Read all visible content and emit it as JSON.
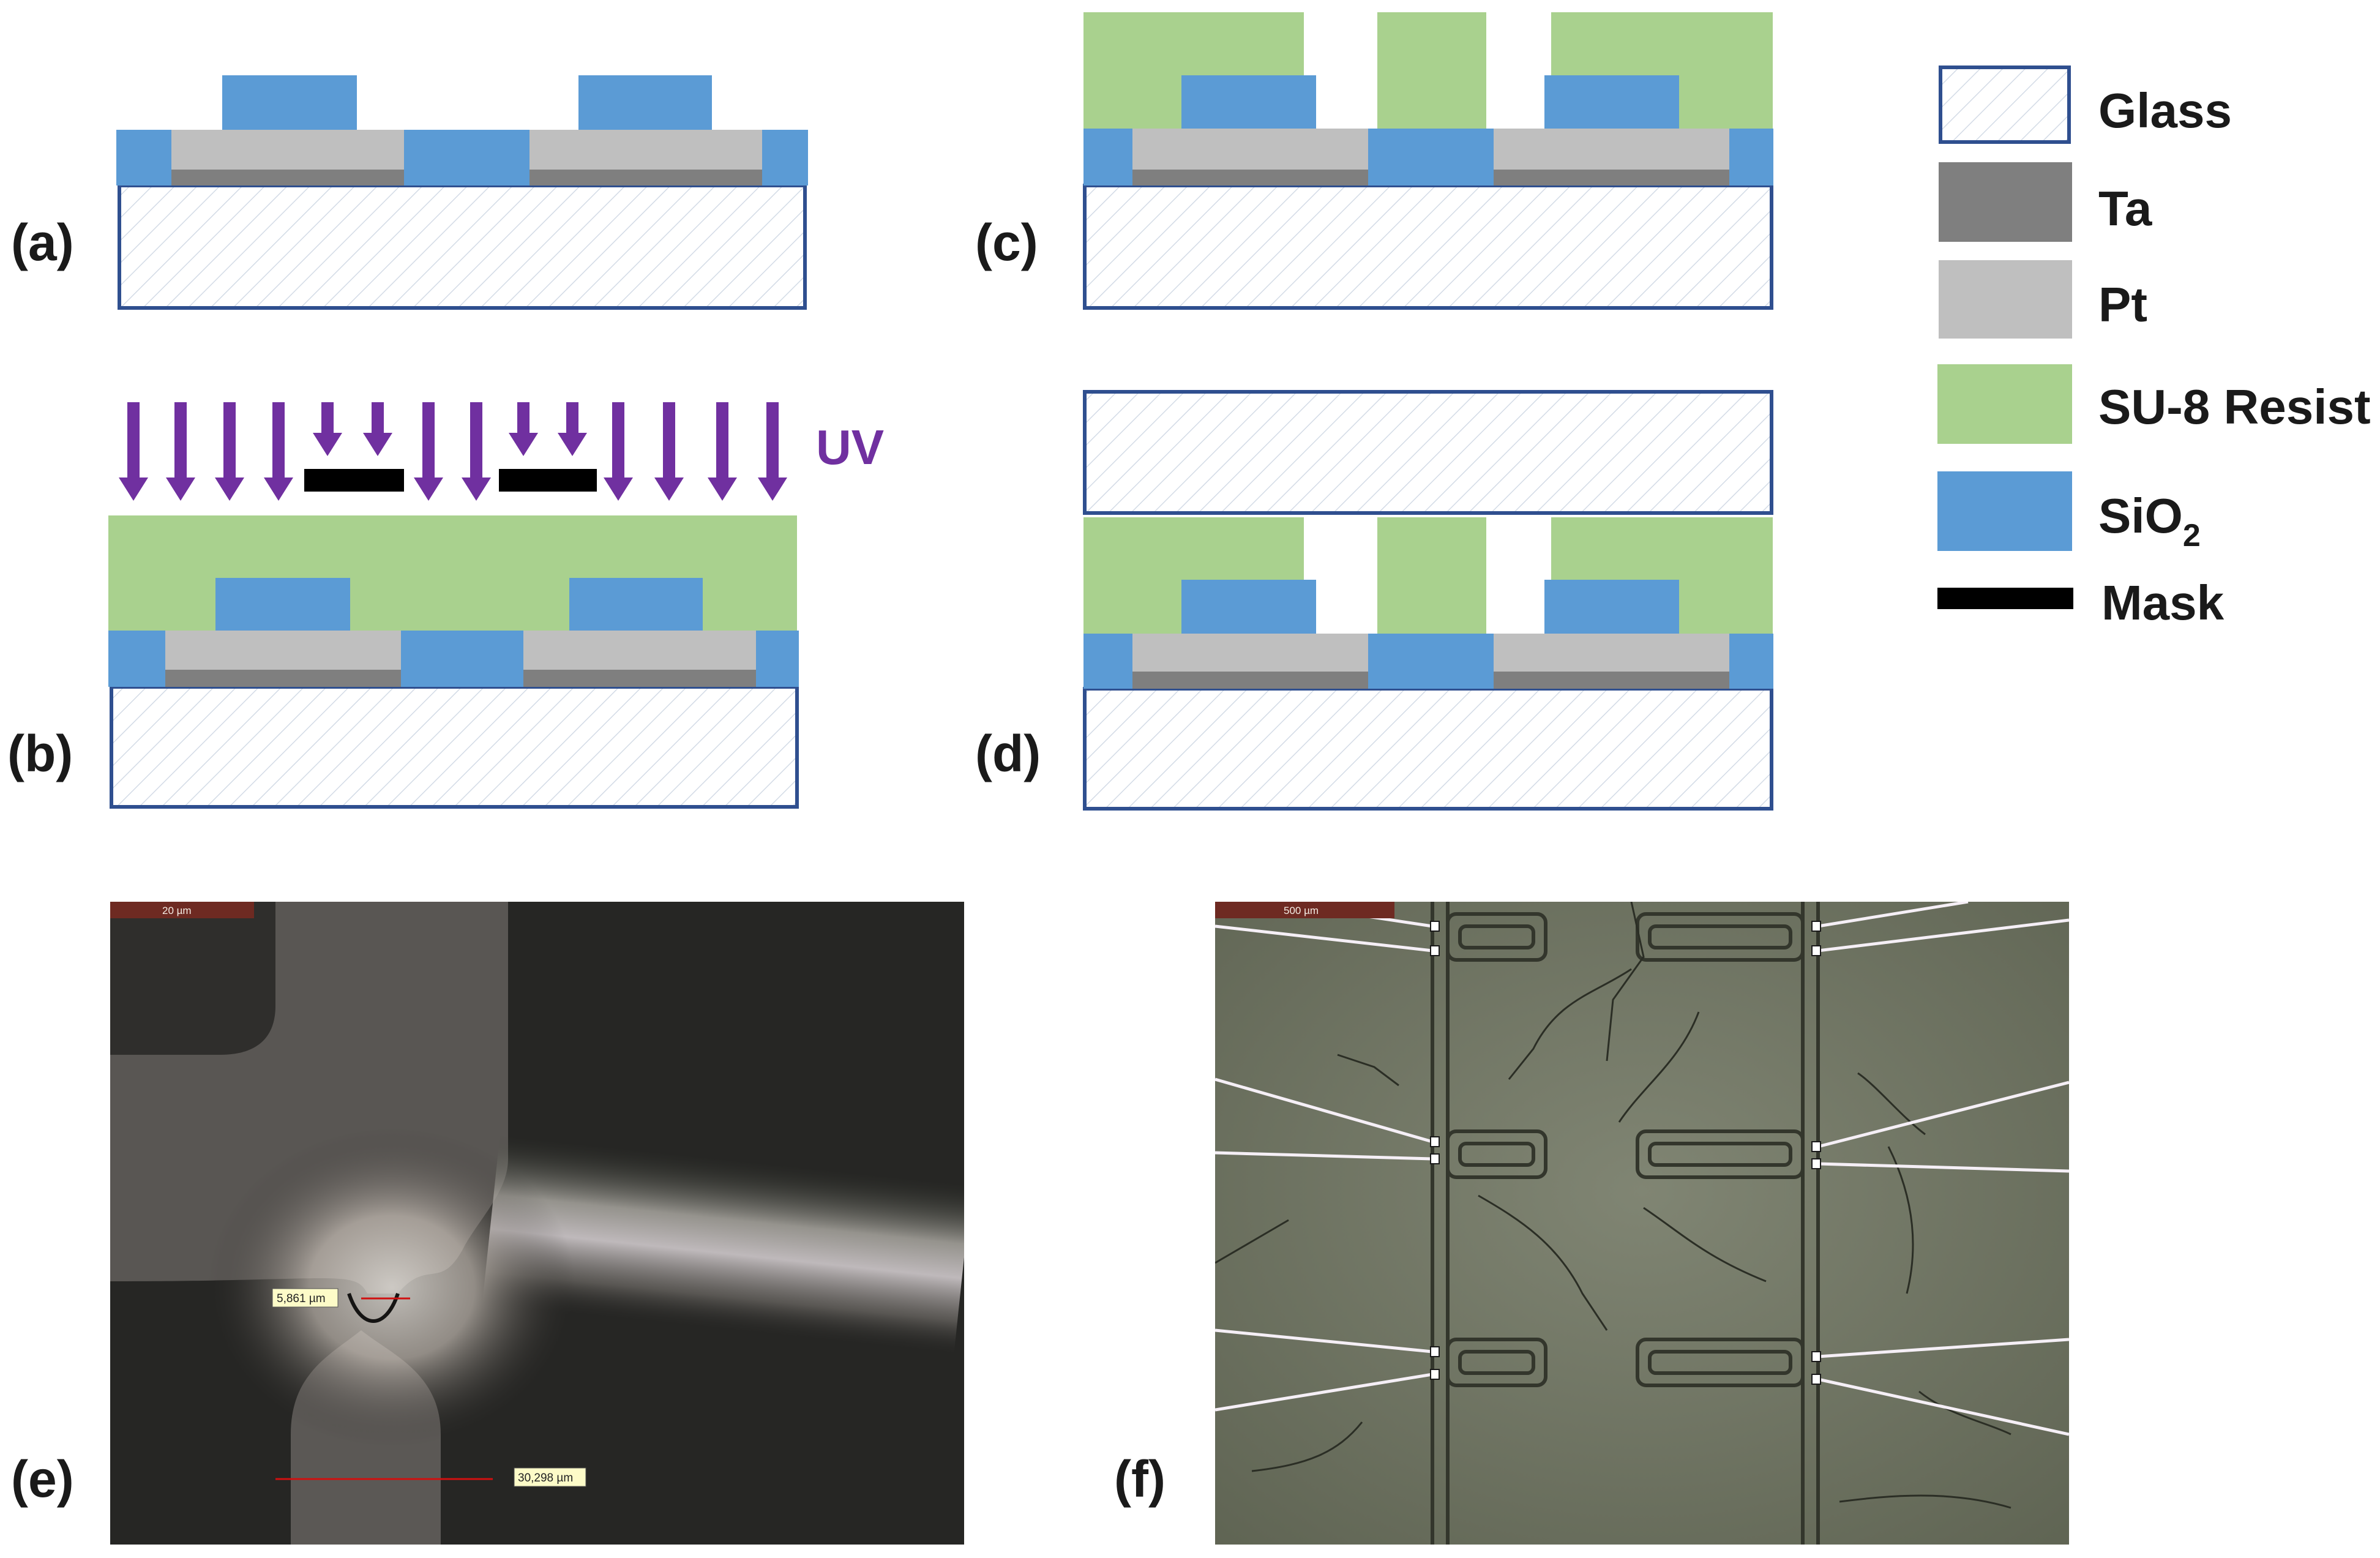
{
  "panels": {
    "a": "(a)",
    "b": "(b)",
    "c": "(c)",
    "d": "(d)",
    "e": "(e)",
    "f": "(f)"
  },
  "uv_label": "UV",
  "legend": {
    "glass": "Glass",
    "ta": "Ta",
    "pt": "Pt",
    "su8": "SU-8 Resist",
    "sio2_main": "SiO",
    "sio2_sub": "2",
    "mask": "Mask"
  },
  "micrograph_e": {
    "scale_bar": "20 µm",
    "gap_measure": "5,861 µm",
    "width_measure": "30,298 µm"
  },
  "micrograph_f": {
    "scale_bar": "500 µm"
  },
  "colors": {
    "glass_border": "#2f4f8f",
    "ta": "#7f7f7f",
    "pt": "#bfbfbf",
    "su8": "#a9d18e",
    "sio2": "#5b9bd5",
    "mask": "#000000",
    "uv": "#7030a0"
  }
}
